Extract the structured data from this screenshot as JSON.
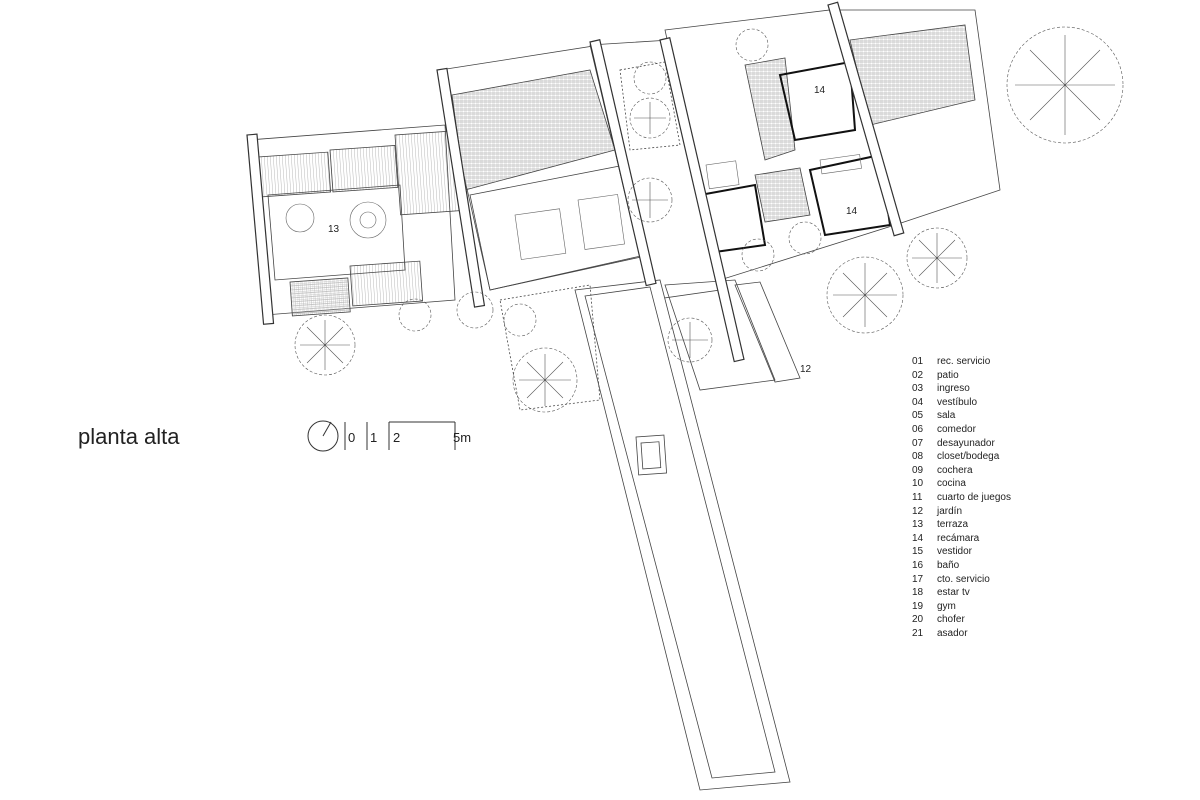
{
  "title": "planta alta",
  "scale": {
    "ticks": [
      "0",
      "1",
      "2",
      "5m"
    ]
  },
  "room_labels": [
    "13",
    "14",
    "14",
    "12"
  ],
  "legend": [
    {
      "num": "01",
      "name": "rec. servicio"
    },
    {
      "num": "02",
      "name": "patio"
    },
    {
      "num": "03",
      "name": "ingreso"
    },
    {
      "num": "04",
      "name": "vestíbulo"
    },
    {
      "num": "05",
      "name": "sala"
    },
    {
      "num": "06",
      "name": "comedor"
    },
    {
      "num": "07",
      "name": "desayunador"
    },
    {
      "num": "08",
      "name": "closet/bodega"
    },
    {
      "num": "09",
      "name": "cochera"
    },
    {
      "num": "10",
      "name": "cocina"
    },
    {
      "num": "11",
      "name": "cuarto de juegos"
    },
    {
      "num": "12",
      "name": "jardín"
    },
    {
      "num": "13",
      "name": "terraza"
    },
    {
      "num": "14",
      "name": "recámara"
    },
    {
      "num": "15",
      "name": "vestidor"
    },
    {
      "num": "16",
      "name": "baño"
    },
    {
      "num": "17",
      "name": "cto. servicio"
    },
    {
      "num": "18",
      "name": "estar tv"
    },
    {
      "num": "19",
      "name": "gym"
    },
    {
      "num": "20",
      "name": "chofer"
    },
    {
      "num": "21",
      "name": "asador"
    }
  ],
  "colors": {
    "line": "#333333",
    "hatch": "#888888",
    "tree": "#555555"
  }
}
